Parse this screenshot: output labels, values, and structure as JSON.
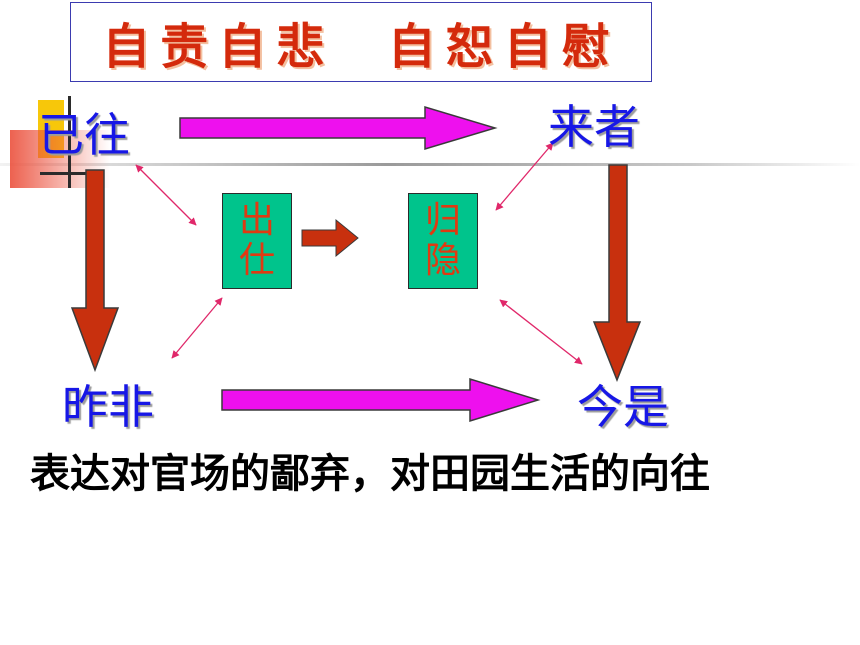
{
  "header": {
    "title": "自责自悲  自恕自慰"
  },
  "diagram": {
    "top_left": "已往",
    "top_right": "来者",
    "bottom_left": "昨非",
    "bottom_right": "今是",
    "box_left": "出仕",
    "box_right": "归隐"
  },
  "caption": {
    "text": "表达对官场的鄙弃，对田园生活的向往"
  },
  "colors": {
    "title_red": "#d42a0c",
    "word_blue": "#1717e6",
    "arrow_magenta": "#ee10ee",
    "arrow_red": "#c8300e",
    "box_green": "#00c48c",
    "thin_arrow_pink": "#e0286a"
  }
}
